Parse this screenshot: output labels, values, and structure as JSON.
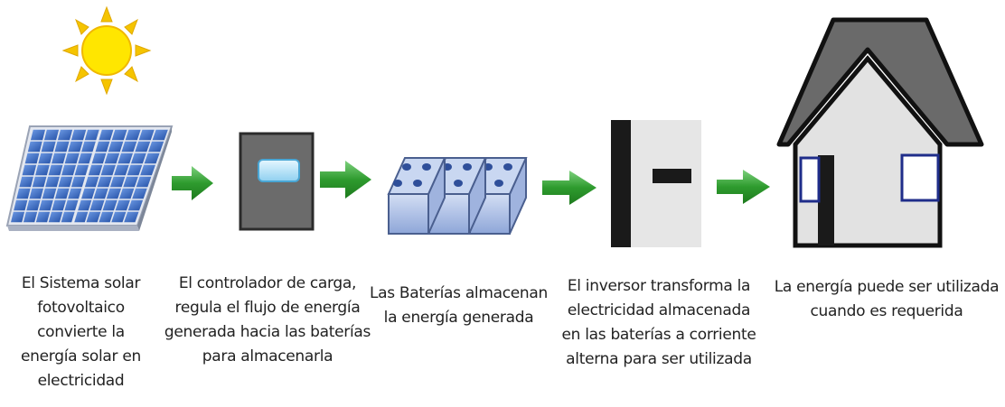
{
  "steps": [
    {
      "name": "panel",
      "icon": "solar-panel-icon",
      "caption": [
        "El Sistema solar",
        "fotovoltaico",
        "convierte la",
        "energía solar en",
        "electricidad"
      ]
    },
    {
      "name": "controller",
      "icon": "charge-controller-icon",
      "caption": [
        "El controlador de carga,",
        "regula el flujo de energía",
        "generada hacia las baterías",
        "para almacenarla"
      ]
    },
    {
      "name": "batteries",
      "icon": "battery-bank-icon",
      "caption": [
        "Las Baterías almacenan",
        "la energía generada"
      ]
    },
    {
      "name": "inverter",
      "icon": "inverter-icon",
      "caption": [
        "El inversor transforma la",
        "electricidad almacenada",
        "en las baterías a corriente",
        "alterna para ser utilizada"
      ]
    },
    {
      "name": "house",
      "icon": "house-icon",
      "caption": [
        "La energía puede ser utilizada",
        "cuando es requerida"
      ]
    }
  ],
  "colors": {
    "sun": "#ffe600",
    "sun_rays": "#f5c400",
    "panel_cell": "#3a6fc4",
    "arrow": "#2e9b2e",
    "controller_body": "#6b6b6b",
    "battery": "#b6c8ea",
    "inverter_body": "#e6e6e6",
    "house_roof": "#6a6a6a",
    "house_wall": "#e2e2e2",
    "window_frame": "#1f2d8a"
  }
}
